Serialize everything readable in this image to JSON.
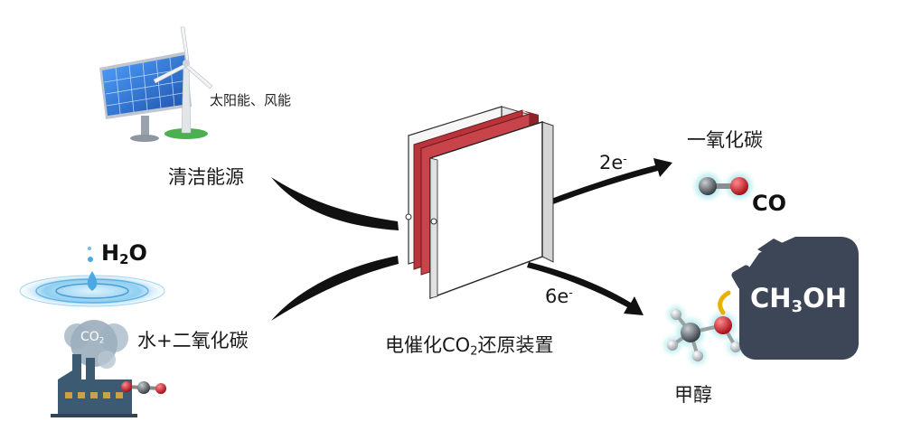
{
  "labels": {
    "solar_wind": "太阳能、风能",
    "clean_energy": "清洁能源",
    "water_co2": "水+二氧化碳",
    "device_prefix": "电催化CO",
    "device_sub": "2",
    "device_suffix": "还原装置",
    "two_e": "2e",
    "six_e": "6e",
    "electron_sup": "-",
    "carbon_monoxide": "一氧化碳",
    "methanol": "甲醇"
  },
  "formulas": {
    "water_h": "H",
    "water_sub": "2",
    "water_o": "O",
    "co2_prefix": "CO",
    "co2_sub": "2",
    "co": "CO",
    "ch3oh_pre": "CH",
    "ch3oh_sub": "3",
    "ch3oh_post": "OH"
  },
  "colors": {
    "arrow": "#111111",
    "panel_red": "#b9343a",
    "water_blue": "#5fb4e6",
    "solar_blue": "#2f6fd0",
    "canister": "#3c4656",
    "carbon_gray": "#555c63",
    "oxygen_red": "#d31d25",
    "hydrogen_white": "#e6e6e6",
    "factory": "#3c5b73"
  },
  "icons": [
    "solar-panel-icon",
    "wind-turbine-icon",
    "water-drop-icon",
    "factory-icon",
    "co-molecule-icon",
    "methanol-molecule-icon",
    "fuel-canister-icon",
    "electrochemical-cell-icon"
  ]
}
